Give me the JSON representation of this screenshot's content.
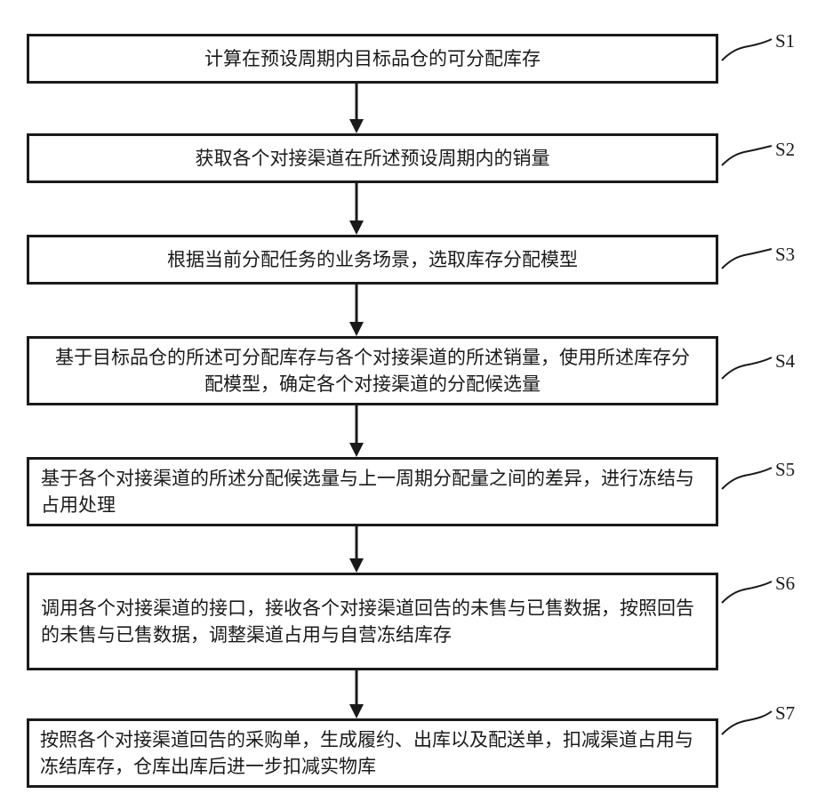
{
  "steps": [
    {
      "label": "S1",
      "text": "计算在预设周期内目标品仓的可分配库存"
    },
    {
      "label": "S2",
      "text": "获取各个对接渠道在所述预设周期内的销量"
    },
    {
      "label": "S3",
      "text": "根据当前分配任务的业务场景，选取库存分配模型"
    },
    {
      "label": "S4",
      "text": "基于目标品仓的所述可分配库存与各个对接渠道的所述销量，使用所述库存分配模型，确定各个对接渠道的分配候选量"
    },
    {
      "label": "S5",
      "text": "基于各个对接渠道的所述分配候选量与上一周期分配量之间的差异，进行冻结与占用处理"
    },
    {
      "label": "S6",
      "text": "调用各个对接渠道的接口，接收各个对接渠道回告的未售与已售数据，按照回告的未售与已售数据，调整渠道占用与自营冻结库存"
    },
    {
      "label": "S7",
      "text": "按照各个对接渠道回告的采购单，生成履约、出库以及配送单，扣减渠道占用与冻结库存，仓库出库后进一步扣减实物库"
    }
  ]
}
